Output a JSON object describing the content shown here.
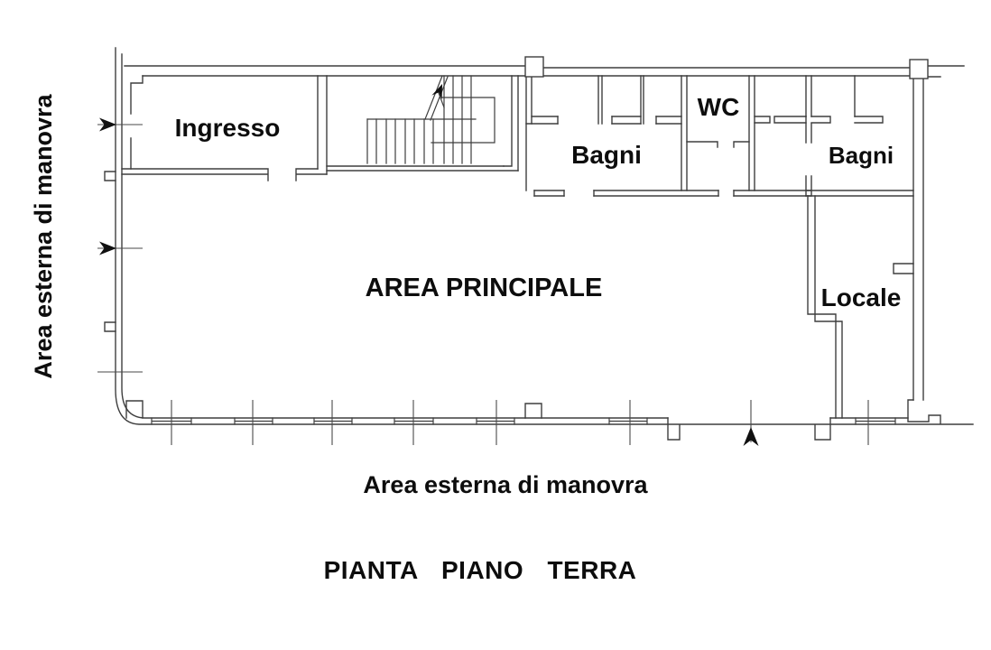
{
  "drawing": {
    "type": "architectural-floor-plan",
    "title": "PIANTA PIANO TERRA",
    "left_margin_label": "Area esterna di manovra",
    "bottom_margin_label": "Area esterna di manovra",
    "rooms": {
      "ingresso": "Ingresso",
      "bagni_left": "Bagni",
      "wc": "WC",
      "bagni_right": "Bagni",
      "locale": "Locale",
      "area_principale": "AREA PRINCIPALE"
    },
    "markers": {
      "side_door_arrows": 2,
      "main_entrance_arrow": 1,
      "stair_direction_arrow": 1
    },
    "colors": {
      "background": "#ffffff",
      "wall_line": "#3e3e3e",
      "tick_line": "#4a4a4a",
      "text": "#0d0d0d",
      "arrow_fill": "#101010"
    }
  }
}
